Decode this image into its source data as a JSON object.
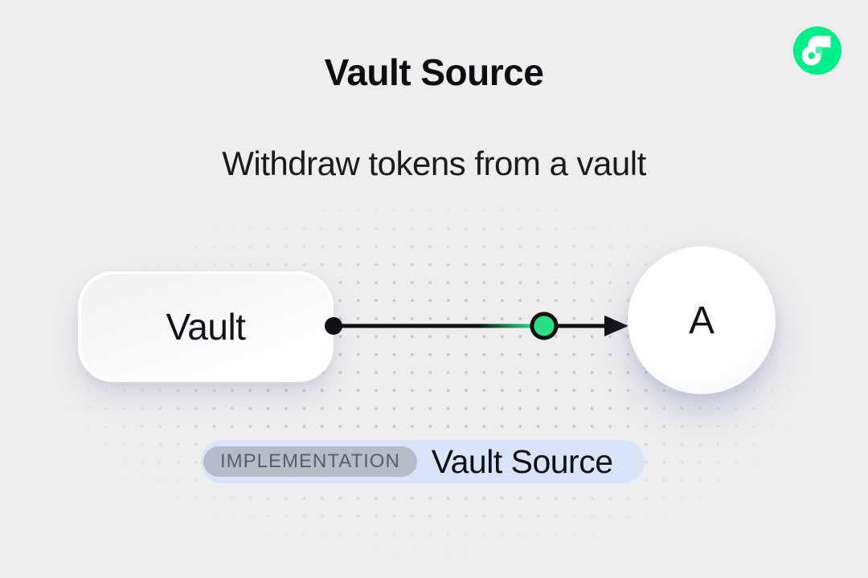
{
  "header": {
    "title": "Vault Source",
    "subtitle": "Withdraw tokens from a vault"
  },
  "logo": {
    "name": "Flow",
    "brand_color": "#00EF8B",
    "accent_square_color": "#3CF79E"
  },
  "diagram": {
    "nodes": [
      {
        "id": "vault",
        "label": "Vault",
        "shape": "rounded-rect"
      },
      {
        "id": "account",
        "label": "A",
        "shape": "circle"
      }
    ],
    "edge": {
      "from": "Vault",
      "to": "A",
      "direction": "right",
      "line_color": "#0f1013",
      "token_dot_color": "#2BDE86"
    }
  },
  "badge": {
    "tag": "IMPLEMENTATION",
    "label": "Vault Source",
    "tag_bg": "#B6BDC9",
    "tag_text_color": "#585E69",
    "bg": "#D9E4FA"
  },
  "colors": {
    "background": "#EFEEEE",
    "dot_grid": "#C7C8CD"
  }
}
